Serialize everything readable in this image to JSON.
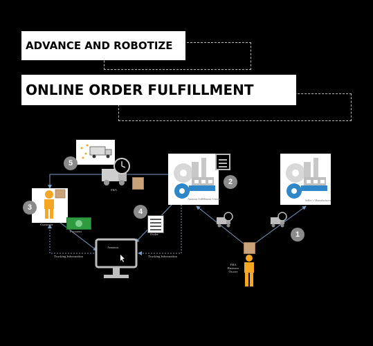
{
  "title": {
    "line1": "ADVANCE AND ROBOTIZE",
    "line2": "ONLINE ORDER FULFILLMENT"
  },
  "diagram": {
    "nodes": {
      "fulfillment_center": "Amazon Fulfillment Center",
      "manufacturer": "Seller's Manufacturer",
      "customer": "Customer",
      "amazon": "Amazon",
      "fba": "FBA",
      "payment": "Payment",
      "order": "Order",
      "owner": "FBA Business Owner"
    },
    "steps": [
      "1",
      "2",
      "3",
      "4",
      "5"
    ],
    "tracking_left": "Tracking Information",
    "tracking_right": "Tracking Information"
  },
  "colors": {
    "background": "#000000",
    "accent_blue": "#2f86c8",
    "person_orange": "#f5a623",
    "money_green": "#2e9b3e",
    "step_circle": "#8a8a8a"
  }
}
